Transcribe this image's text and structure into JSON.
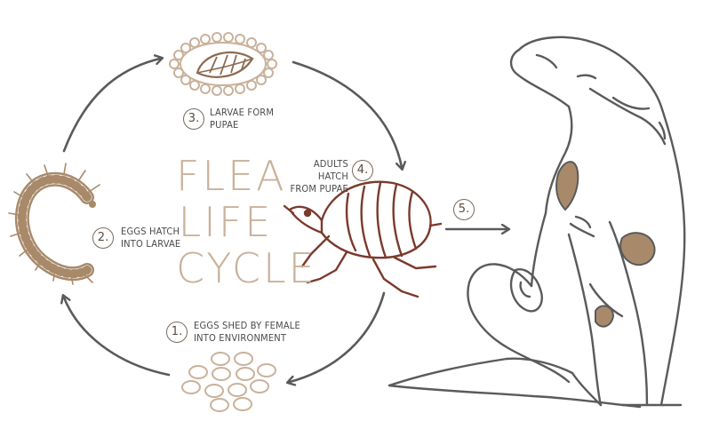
{
  "title": {
    "line1": "FLEA",
    "line2": "LIFE",
    "line3": "CYCLE"
  },
  "steps": [
    {
      "number": "1.",
      "line1": "EGGS SHED BY FEMALE",
      "line2": "INTO ENVIRONMENT"
    },
    {
      "number": "2.",
      "line1": "EGGS HATCH",
      "line2": "INTO LARVAE"
    },
    {
      "number": "3.",
      "line1": "LARVAE FORM",
      "line2": "PUPAE"
    },
    {
      "number": "4.",
      "line1": "ADULTS HATCH",
      "line2": "FROM PUPAE"
    },
    {
      "number": "5."
    }
  ],
  "colors": {
    "accent": "#c9b29b",
    "flea": "#7b3a2c",
    "stroke": "#5a5a5a",
    "spots": "#a88a6a"
  },
  "icons": [
    "egg-cluster-icon",
    "larva-icon",
    "pupa-cocoon-icon",
    "adult-flea-icon",
    "dog-illustration",
    "cycle-arrow-icon"
  ]
}
